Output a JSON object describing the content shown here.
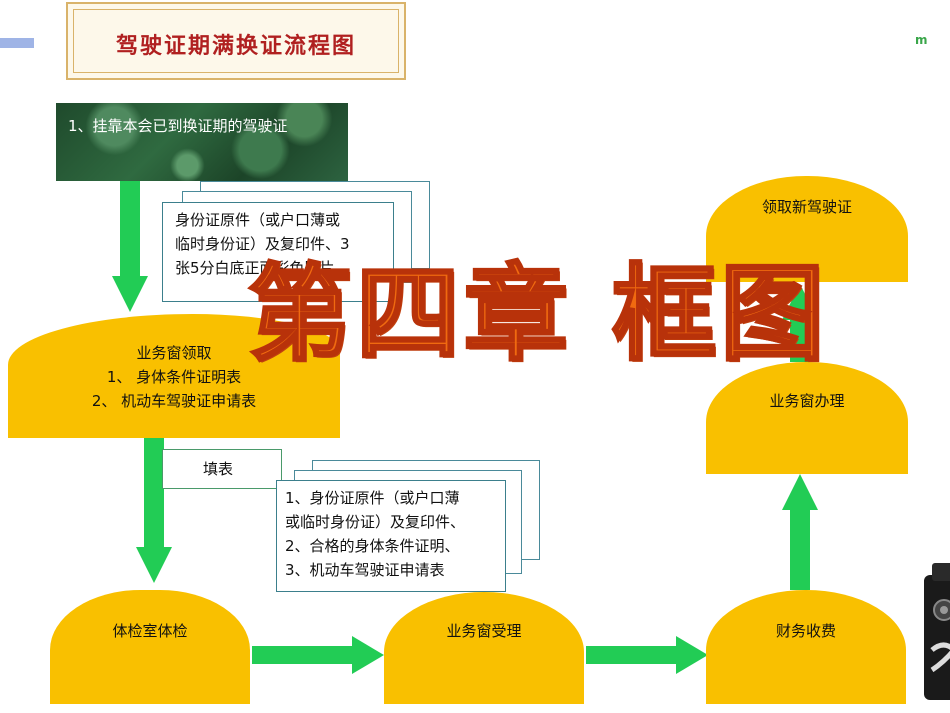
{
  "title": "驾驶证期满换证流程图",
  "overlay_title": "第四章   框图",
  "corner_mark": "m",
  "steps": {
    "start": "1、挂靠本会已到换证期的驾驶证",
    "docs_first": [
      "身份证原件（或户口薄或",
      "临时身份证）及复印件、3",
      "张5分白底正面彩色照片"
    ],
    "window_collect": [
      "业务窗领取",
      "1、 身体条件证明表",
      "2、 机动车驾驶证申请表"
    ],
    "fill_form": "填表",
    "docs_second": [
      "1、身份证原件（或户口薄",
      "或临时身份证）及复印件、",
      "2、合格的身体条件证明、",
      "3、机动车驾驶证申请表"
    ],
    "medical_exam": "体检室体检",
    "window_accept": "业务窗受理",
    "cashier": "财务收费",
    "window_process": "业务窗办理",
    "receive_new": "领取新驾驶证"
  },
  "colors": {
    "shape_fill": "#f9c000",
    "arrow": "#22cc55",
    "title_text": "#b02020",
    "overlay": "#f06a10"
  }
}
